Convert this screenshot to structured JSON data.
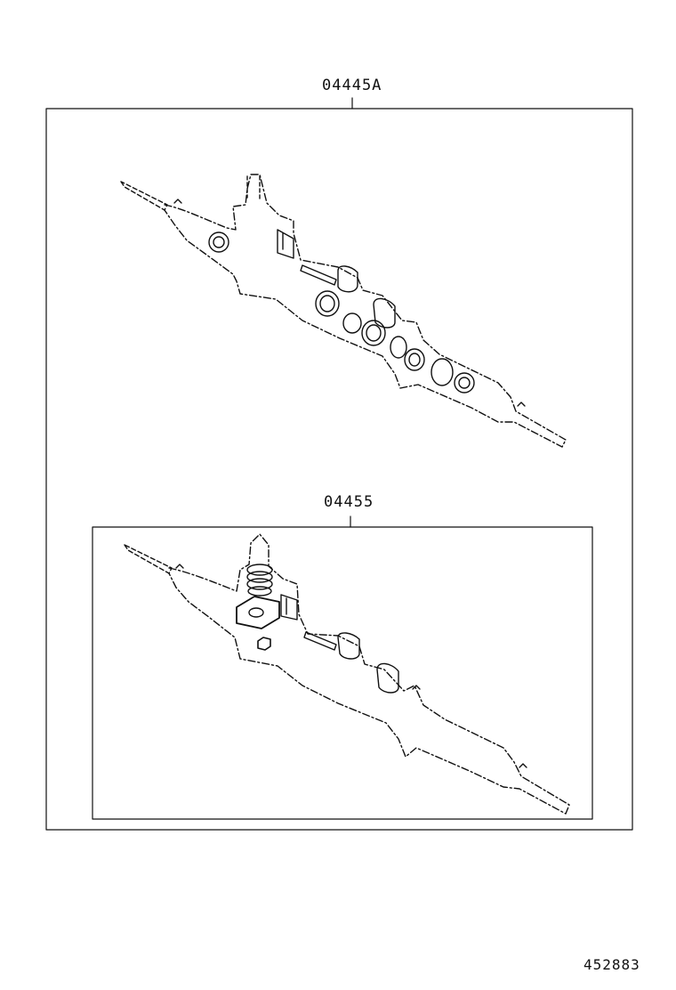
{
  "diagram": {
    "outer_kit": {
      "part_number": "04445A"
    },
    "inner_kit": {
      "part_number": "04455"
    },
    "figure_number": "452883",
    "line_color": "#111111",
    "background": "#ffffff"
  }
}
